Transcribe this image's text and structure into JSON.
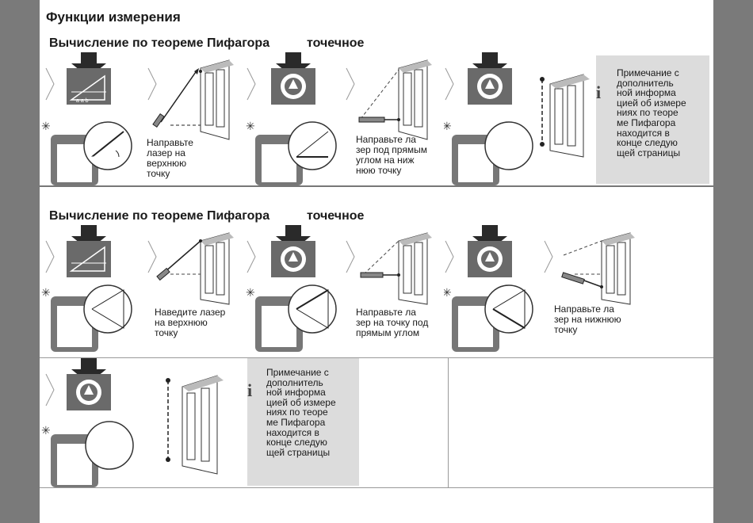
{
  "page_title": "Функции измерения",
  "section1": {
    "heading": "Вычисление по теореме Пифагора",
    "mode": "точечное",
    "step2_caption": "Направьте\nлазер на\nверхнюю\nточку",
    "step4_caption": "Направьте ла\nзер под прямым\nуглом на ниж\nнюю точку",
    "note_text": "Примечание с\nдополнитель\nной информа\nцией об измере\nниях по теоре\nме Пифагора\nнаходится в\nконце следую\nщей страницы"
  },
  "section2": {
    "heading": "Вычисление по теореме Пифагора",
    "mode": "точечное",
    "step2_caption": "Наведите лазер\nна верхнюю\nточку",
    "step4_caption": "Направьте ла\nзер на точку под\nпрямым углом",
    "step6_caption": "Направьте ла\nзер на нижнюю\nточку",
    "note_text": "Примечание с\nдополнитель\nной информа\nцией об измере\nниях по теоре\nме Пифагора\nнаходится в\nконце следую\nщей страницы"
  },
  "icons": {
    "info_letter": "i",
    "pythagoras_label": "a  a  b"
  },
  "colors": {
    "sidebar": "#7a7a7a",
    "note_bg": "#dcdcdc",
    "icon_dark": "#555555",
    "arrow": "#2a2a2a"
  }
}
